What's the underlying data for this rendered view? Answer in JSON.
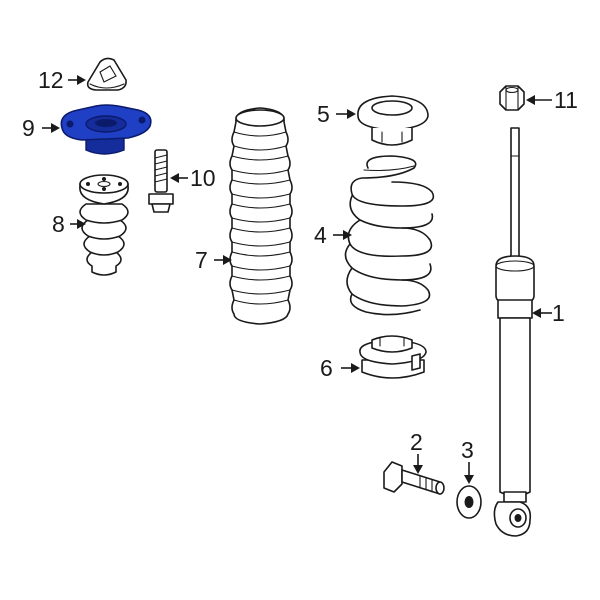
{
  "callouts": [
    {
      "id": "1",
      "label": "1"
    },
    {
      "id": "2",
      "label": "2"
    },
    {
      "id": "3",
      "label": "3"
    },
    {
      "id": "4",
      "label": "4"
    },
    {
      "id": "5",
      "label": "5"
    },
    {
      "id": "6",
      "label": "6"
    },
    {
      "id": "7",
      "label": "7"
    },
    {
      "id": "8",
      "label": "8"
    },
    {
      "id": "9",
      "label": "9"
    },
    {
      "id": "10",
      "label": "10"
    },
    {
      "id": "11",
      "label": "11"
    },
    {
      "id": "12",
      "label": "12"
    }
  ],
  "colors": {
    "highlight": "#1f3fc4",
    "line": "#1a1a1a",
    "background": "#ffffff"
  },
  "highlighted_part": "9"
}
